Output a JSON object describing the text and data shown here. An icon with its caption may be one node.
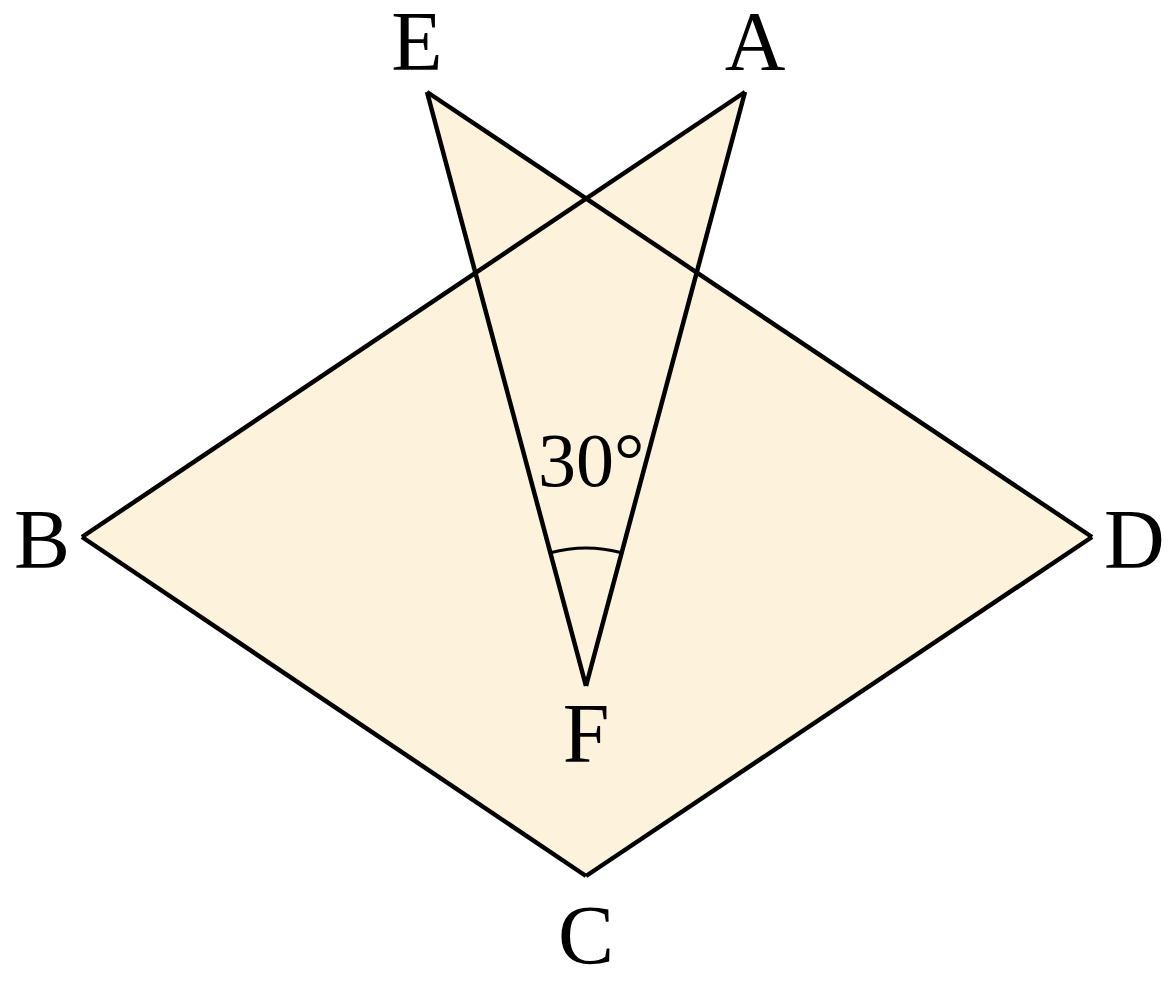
{
  "diagram": {
    "nodes": [
      {
        "text": [
          "E"
        ]
      },
      {
        "text": [
          "A"
        ]
      },
      {
        "text": [
          "B"
        ]
      },
      {
        "text": [
          "D"
        ]
      },
      {
        "text": [
          "F"
        ]
      },
      {
        "text": [
          "C"
        ]
      }
    ],
    "edges": [
      {
        "from": 1,
        "to": 2,
        "arrow": "none"
      },
      {
        "from": 2,
        "to": 5,
        "arrow": "none"
      },
      {
        "from": 5,
        "to": 3,
        "arrow": "none"
      },
      {
        "from": 3,
        "to": 0,
        "arrow": "none"
      },
      {
        "from": 0,
        "to": 4,
        "arrow": "none"
      },
      {
        "from": 4,
        "to": 1,
        "arrow": "none"
      }
    ],
    "labels": [
      "30°"
    ]
  }
}
